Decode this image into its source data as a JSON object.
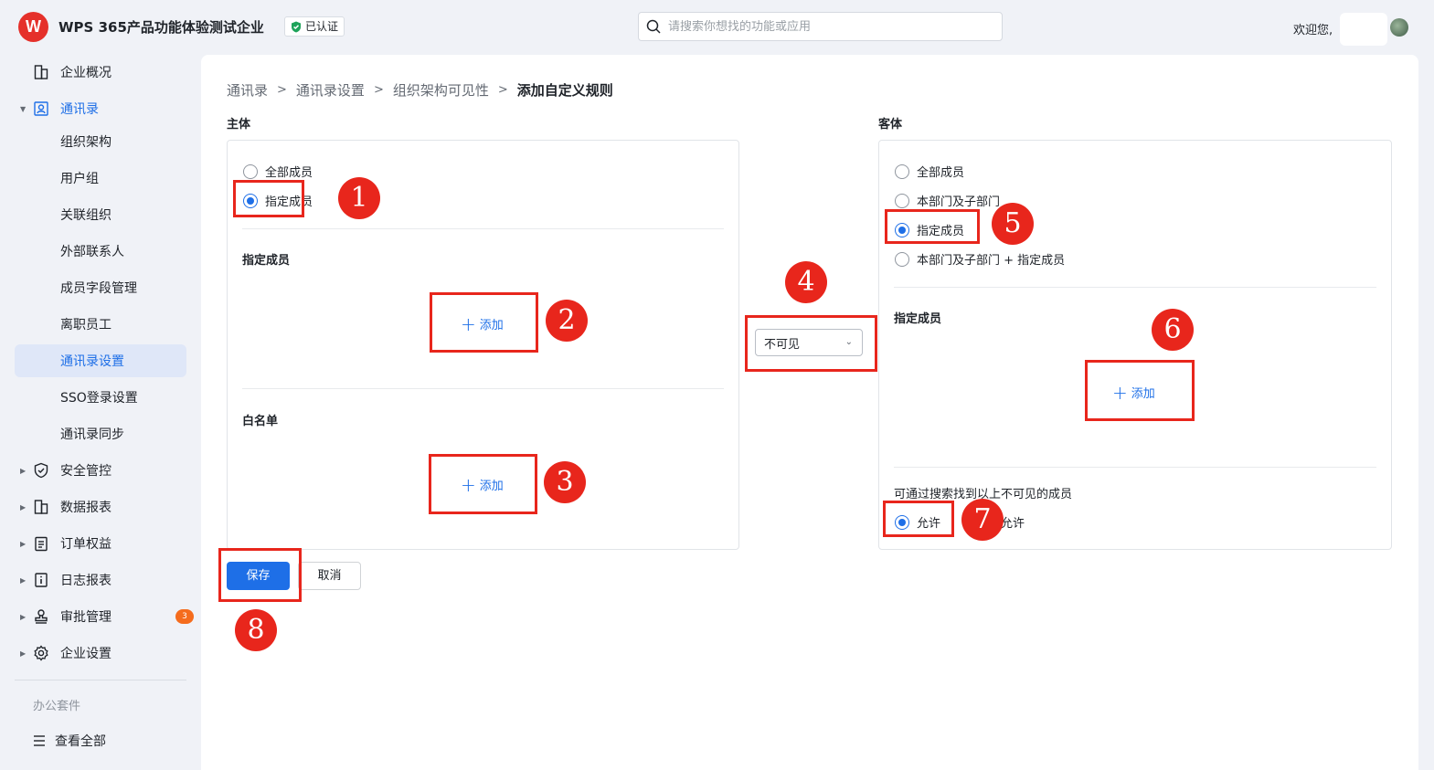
{
  "header": {
    "logo_text": "W",
    "company": "WPS 365产品功能体验测试企业",
    "verified_label": "已认证",
    "search_placeholder": "请搜索你想找的功能或应用",
    "welcome": "欢迎您,"
  },
  "sidebar": {
    "items": [
      {
        "label": "企业概况",
        "icon": "building-icon"
      },
      {
        "label": "通讯录",
        "icon": "contacts-icon"
      },
      {
        "label": "组织架构"
      },
      {
        "label": "用户组"
      },
      {
        "label": "关联组织"
      },
      {
        "label": "外部联系人"
      },
      {
        "label": "成员字段管理"
      },
      {
        "label": "离职员工"
      },
      {
        "label": "通讯录设置"
      },
      {
        "label": "SSO登录设置"
      },
      {
        "label": "通讯录同步"
      },
      {
        "label": "安全管控",
        "icon": "shield-icon"
      },
      {
        "label": "数据报表",
        "icon": "report-icon"
      },
      {
        "label": "订单权益",
        "icon": "clipboard-icon"
      },
      {
        "label": "日志报表",
        "icon": "log-icon"
      },
      {
        "label": "审批管理",
        "icon": "stamp-icon",
        "badge": "3"
      },
      {
        "label": "企业设置",
        "icon": "gear-icon"
      }
    ],
    "section_label": "办公套件",
    "view_all": "查看全部"
  },
  "breadcrumb": [
    "通讯录",
    "通讯录设置",
    "组织架构可见性",
    "添加自定义规则"
  ],
  "subject": {
    "title": "主体",
    "options": [
      "全部成员",
      "指定成员"
    ],
    "selected": "指定成员",
    "designated_title": "指定成员",
    "whitelist_title": "白名单",
    "add_label": "添加"
  },
  "relation": {
    "value": "不可见"
  },
  "object": {
    "title": "客体",
    "options": [
      "全部成员",
      "本部门及子部门",
      "指定成员",
      "本部门及子部门 + 指定成员"
    ],
    "selected": "指定成员",
    "designated_title": "指定成员",
    "add_label": "添加",
    "search_hint": "可通过搜索找到以上不可见的成员",
    "allow_options": [
      "允许",
      "不允许"
    ],
    "allow_visible_suffix": "允许",
    "allow_selected": "允许"
  },
  "actions": {
    "save": "保存",
    "cancel": "取消"
  },
  "annotations": [
    "1",
    "2",
    "3",
    "4",
    "5",
    "6",
    "7",
    "8"
  ],
  "colors": {
    "accent": "#1e6fe7",
    "annotation_red": "#e8261c",
    "brand_red": "#e5302a",
    "badge_orange": "#f56c1d"
  }
}
